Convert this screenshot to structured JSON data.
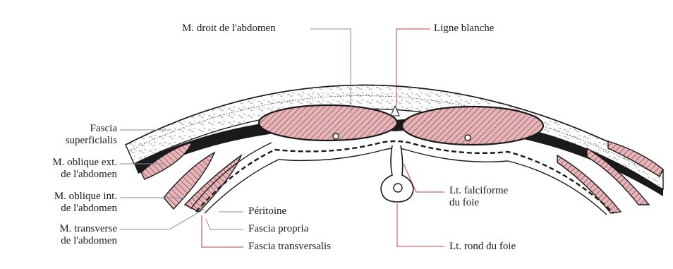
{
  "labels": {
    "rectus": "M. droit de l'abdomen",
    "linea_alba": "Ligne blanche",
    "fascia_superficialis": [
      "Fascia",
      "superficialis"
    ],
    "oblique_ext": [
      "M. oblique ext.",
      "de l'abdomen"
    ],
    "oblique_int": [
      "M. oblique int.",
      "de l'abdomen"
    ],
    "transverse": [
      "M. transverse",
      "de l'abdomen"
    ],
    "peritoine": "Péritoine",
    "fascia_propria": "Fascia propria",
    "fascia_transversalis": "Fascia transversalis",
    "falciform": [
      "Lt. falciforme",
      "du foie"
    ],
    "round_ligament": "Lt. rond du foie"
  },
  "colors": {
    "muscle_fill": "#e8b4b8",
    "hatch": "#5a3a3a",
    "line": "#1a1a1a",
    "leader": "#8a8ab0",
    "leader_red": "#c04040"
  }
}
